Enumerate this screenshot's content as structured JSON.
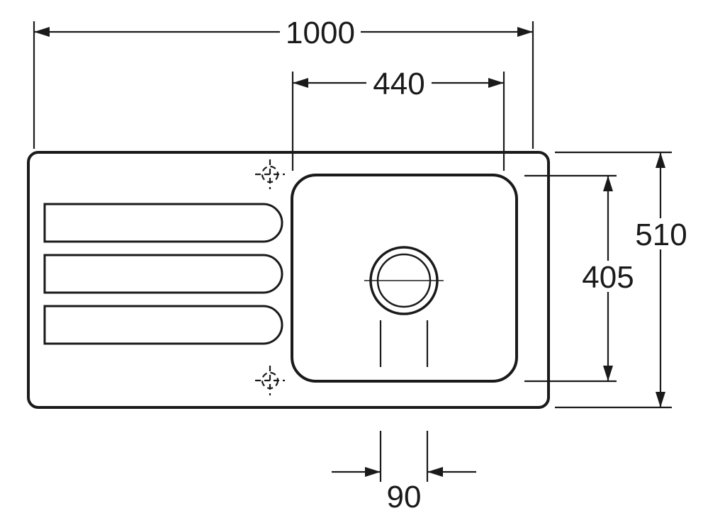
{
  "colors": {
    "line": "#1a1a1a",
    "background": "#ffffff"
  },
  "dimensions": {
    "overall_width": "1000",
    "bowl_width": "440",
    "overall_depth": "510",
    "bowl_depth": "405",
    "drain_width": "90"
  }
}
